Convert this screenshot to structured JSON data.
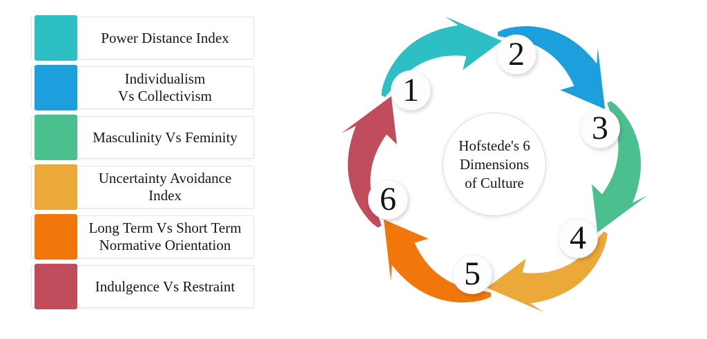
{
  "legend": {
    "items": [
      {
        "label": "Power Distance Index",
        "color": "#2ebfc5"
      },
      {
        "label": "Individualism\nVs Collectivism",
        "color": "#1d9fdd"
      },
      {
        "label": "Masculinity Vs Feminity",
        "color": "#4cbf8f"
      },
      {
        "label": "Uncertainty Avoidance\nIndex",
        "color": "#eaa938"
      },
      {
        "label": "Long Term Vs Short Term\nNormative Orientation",
        "color": "#f1770b"
      },
      {
        "label": "Indulgence Vs Restraint",
        "color": "#c04c5c"
      }
    ]
  },
  "cycle": {
    "center_label": "Hofstede's 6\nDimensions\nof Culture",
    "steps": [
      {
        "number": "1",
        "color": "#2ebfc5"
      },
      {
        "number": "2",
        "color": "#1d9fdd"
      },
      {
        "number": "3",
        "color": "#4cbf8f"
      },
      {
        "number": "4",
        "color": "#eaa938"
      },
      {
        "number": "5",
        "color": "#f1770b"
      },
      {
        "number": "6",
        "color": "#c04c5c"
      }
    ]
  }
}
